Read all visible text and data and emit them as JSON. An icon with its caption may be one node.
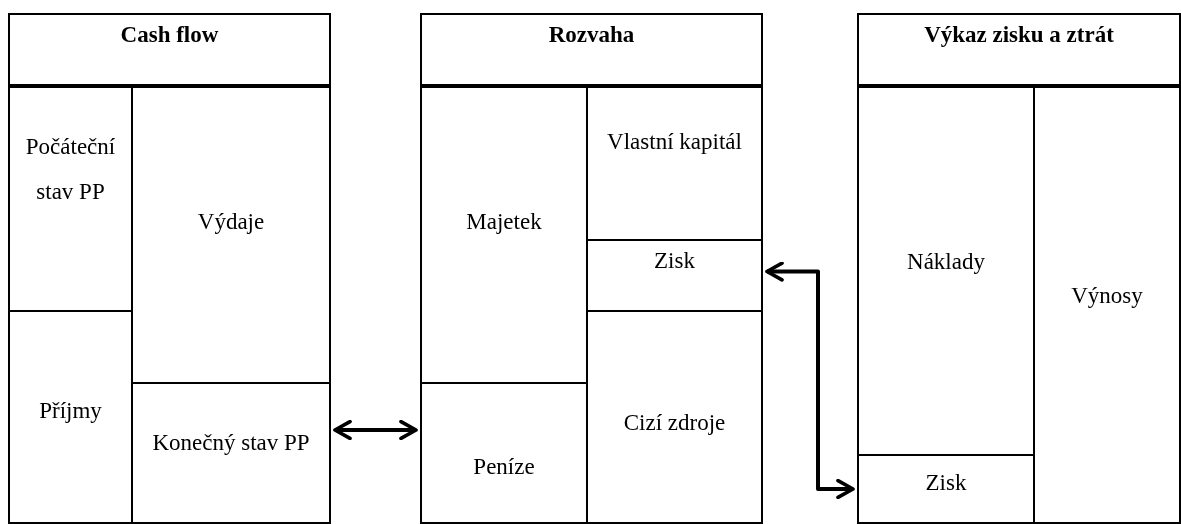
{
  "diagram": {
    "nodes": [
      {
        "text": [
          "Cash flow"
        ]
      },
      {
        "text": [
          "Počáteční stav PP"
        ],
        "in": 0
      },
      {
        "text": [
          "Výdaje"
        ],
        "in": 0
      },
      {
        "text": [
          "Příjmy"
        ],
        "in": 0
      },
      {
        "text": [
          "Konečný stav PP"
        ],
        "in": 0
      },
      {
        "text": [
          "Rozvaha"
        ]
      },
      {
        "text": [
          "Majetek"
        ],
        "in": 5
      },
      {
        "text": [
          "Vlastní kapitál"
        ],
        "in": 5
      },
      {
        "text": [
          "Zisk"
        ],
        "in": 5
      },
      {
        "text": [
          "Peníze"
        ],
        "in": 5
      },
      {
        "text": [
          "Cizí zdroje"
        ],
        "in": 5
      },
      {
        "text": [
          "Výkaz zisku a ztrát"
        ]
      },
      {
        "text": [
          "Náklady"
        ],
        "in": 11
      },
      {
        "text": [
          "Výnosy"
        ],
        "in": 11
      },
      {
        "text": [
          "Zisk"
        ],
        "in": 11
      }
    ],
    "edges": [
      {
        "from": 4,
        "to": 9,
        "arrow": "both"
      },
      {
        "from": 8,
        "to": 14,
        "arrow": "both"
      }
    ]
  }
}
